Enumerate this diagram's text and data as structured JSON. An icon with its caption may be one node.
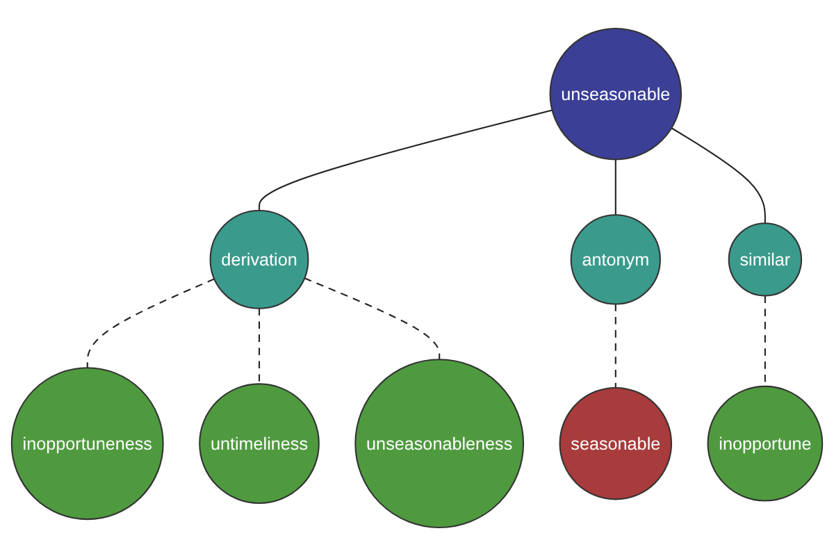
{
  "diagram": {
    "nodes": [
      {
        "text": [
          "inopportuneness"
        ]
      },
      {
        "text": [
          "seasonable"
        ]
      },
      {
        "text": [
          "untimeliness"
        ]
      },
      {
        "text": [
          "unseasonableness"
        ]
      },
      {
        "text": [
          "derivation"
        ]
      },
      {
        "text": [
          "antonym"
        ]
      },
      {
        "text": [
          "unseasonable"
        ]
      },
      {
        "text": [
          "similar"
        ]
      },
      {
        "text": [
          "inopportune"
        ]
      }
    ],
    "edges": [
      {
        "from": 6,
        "to": 4,
        "arrow": "none"
      },
      {
        "from": 6,
        "to": 5,
        "arrow": "none"
      },
      {
        "from": 6,
        "to": 7,
        "arrow": "none"
      },
      {
        "from": 4,
        "to": 0,
        "arrow": "none",
        "style": "dashed"
      },
      {
        "from": 4,
        "to": 2,
        "arrow": "none",
        "style": "dashed"
      },
      {
        "from": 4,
        "to": 3,
        "arrow": "none",
        "style": "dashed"
      },
      {
        "from": 5,
        "to": 1,
        "arrow": "none",
        "style": "dashed"
      },
      {
        "from": 7,
        "to": 8,
        "arrow": "none",
        "style": "dashed"
      }
    ]
  }
}
